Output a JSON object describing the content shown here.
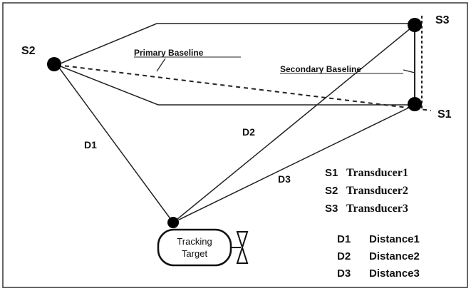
{
  "diagram": {
    "nodes": {
      "s1": "S1",
      "s2": "S2",
      "s3": "S3"
    },
    "baselines": {
      "primary": "Primary Baseline",
      "secondary": "Secondary Baseline"
    },
    "distances": {
      "d1": "D1",
      "d2": "D2",
      "d3": "D3"
    },
    "target": {
      "line1": "Tracking",
      "line2": "Target"
    },
    "legend": {
      "transducers": [
        {
          "id": "S1",
          "label": "Transducer1"
        },
        {
          "id": "S2",
          "label": "Transducer2"
        },
        {
          "id": "S3",
          "label": "Transducer3"
        }
      ],
      "distances": [
        {
          "id": "D1",
          "label": "Distance1"
        },
        {
          "id": "D2",
          "label": "Distance2"
        },
        {
          "id": "D3",
          "label": "Distance3"
        }
      ]
    }
  }
}
